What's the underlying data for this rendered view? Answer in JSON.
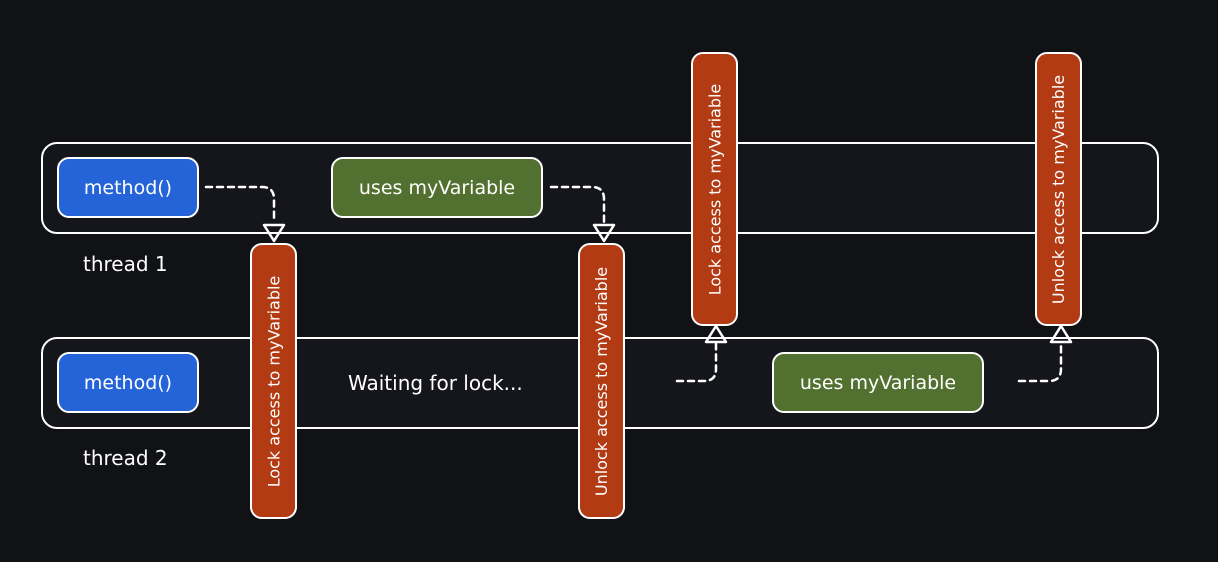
{
  "colors": {
    "background": "#111216",
    "method": "#2563d8",
    "uses": "#527130",
    "lock": "#b23b14",
    "stroke": "#ffffff"
  },
  "thread1": {
    "label": "thread 1",
    "method": "method()",
    "uses": "uses myVariable"
  },
  "thread2": {
    "label": "thread 2",
    "method": "method()",
    "waiting": "Waiting for lock...",
    "uses": "uses myVariable"
  },
  "locks": {
    "t1_lock": "Lock access to myVariable",
    "t1_unlock": "Unlock access to myVariable",
    "t2_lock": "Lock access to myVariable",
    "t2_unlock": "Unlock access to myVariable"
  }
}
